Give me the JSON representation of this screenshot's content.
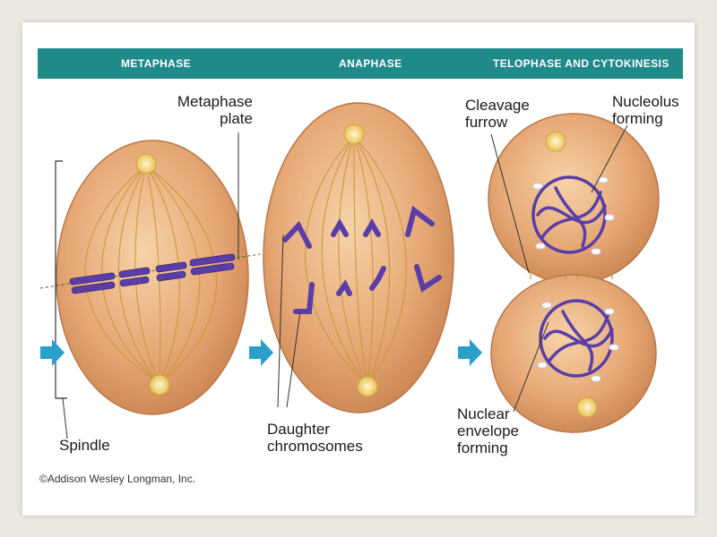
{
  "phases": {
    "metaphase": "Metaphase",
    "anaphase": "Anaphase",
    "telophase": "Telophase and Cytokinesis"
  },
  "labels": {
    "metaphase_plate": [
      "Metaphase",
      "plate"
    ],
    "spindle": "Spindle",
    "daughter_chromosomes": [
      "Daughter",
      "chromosomes"
    ],
    "cleavage_furrow": [
      "Cleavage",
      "furrow"
    ],
    "nucleolus_forming": [
      "Nucleolus",
      "forming"
    ],
    "nuclear_envelope_forming": [
      "Nuclear",
      "envelope",
      "forming"
    ]
  },
  "credit": "©Addison Wesley Longman, Inc.",
  "colors": {
    "header": "#1f8a87",
    "cell": "#e0a06e",
    "chromosome": "#5a3ea6",
    "arrow": "#2a9fc9",
    "spindle": "#c9963a"
  }
}
